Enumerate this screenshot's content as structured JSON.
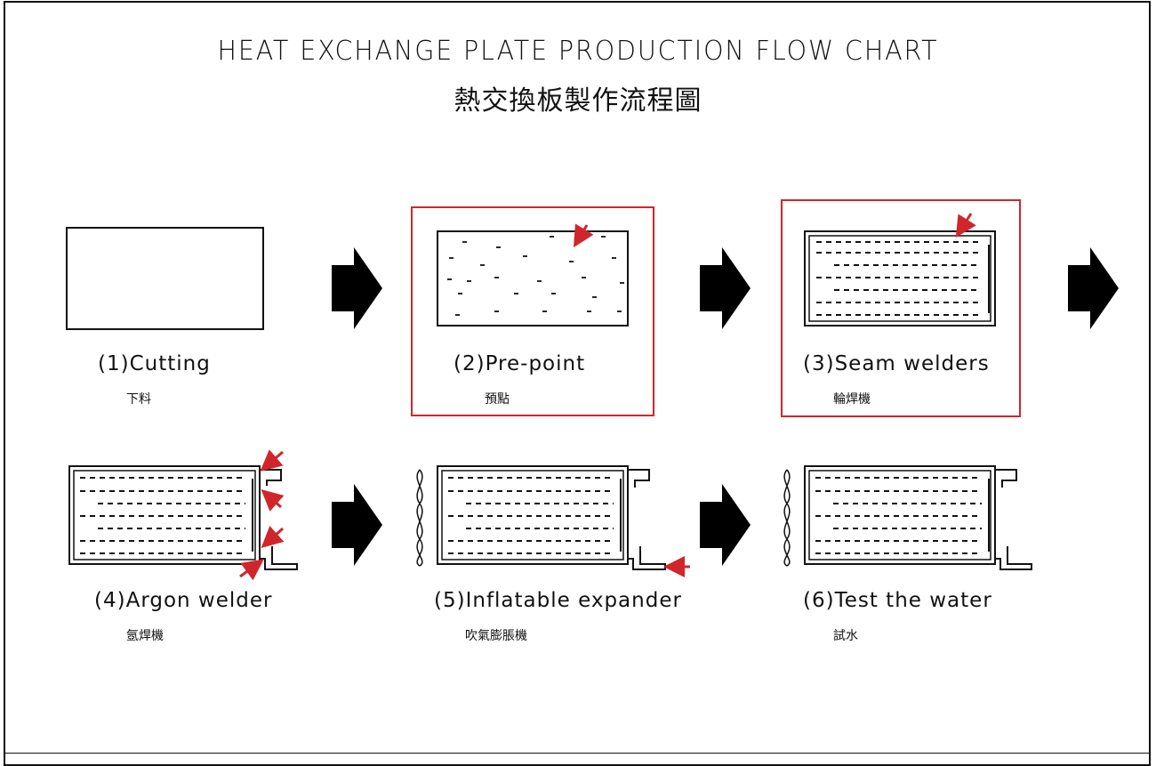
{
  "title": {
    "en": "HEAT EXCHANGE PLATE PRODUCTION FLOW CHART",
    "zh": "熱交換板製作流程圖"
  },
  "steps": [
    {
      "label": "(1)Cutting",
      "sub": "下料"
    },
    {
      "label": "(2)Pre-point",
      "sub": "預點"
    },
    {
      "label": "(3)Seam welders",
      "sub": "輪焊機"
    },
    {
      "label": "(4)Argon welder",
      "sub": "氬焊機"
    },
    {
      "label": "(5)Inflatable expander",
      "sub": "吹氣膨脹機"
    },
    {
      "label": "(6)Test the water",
      "sub": "試水"
    }
  ],
  "colors": {
    "line": "#111111",
    "highlight": "#d0262b",
    "arrow": "#000000"
  },
  "icons": [
    "flow-arrow-icon",
    "pointer-arrow-icon"
  ]
}
